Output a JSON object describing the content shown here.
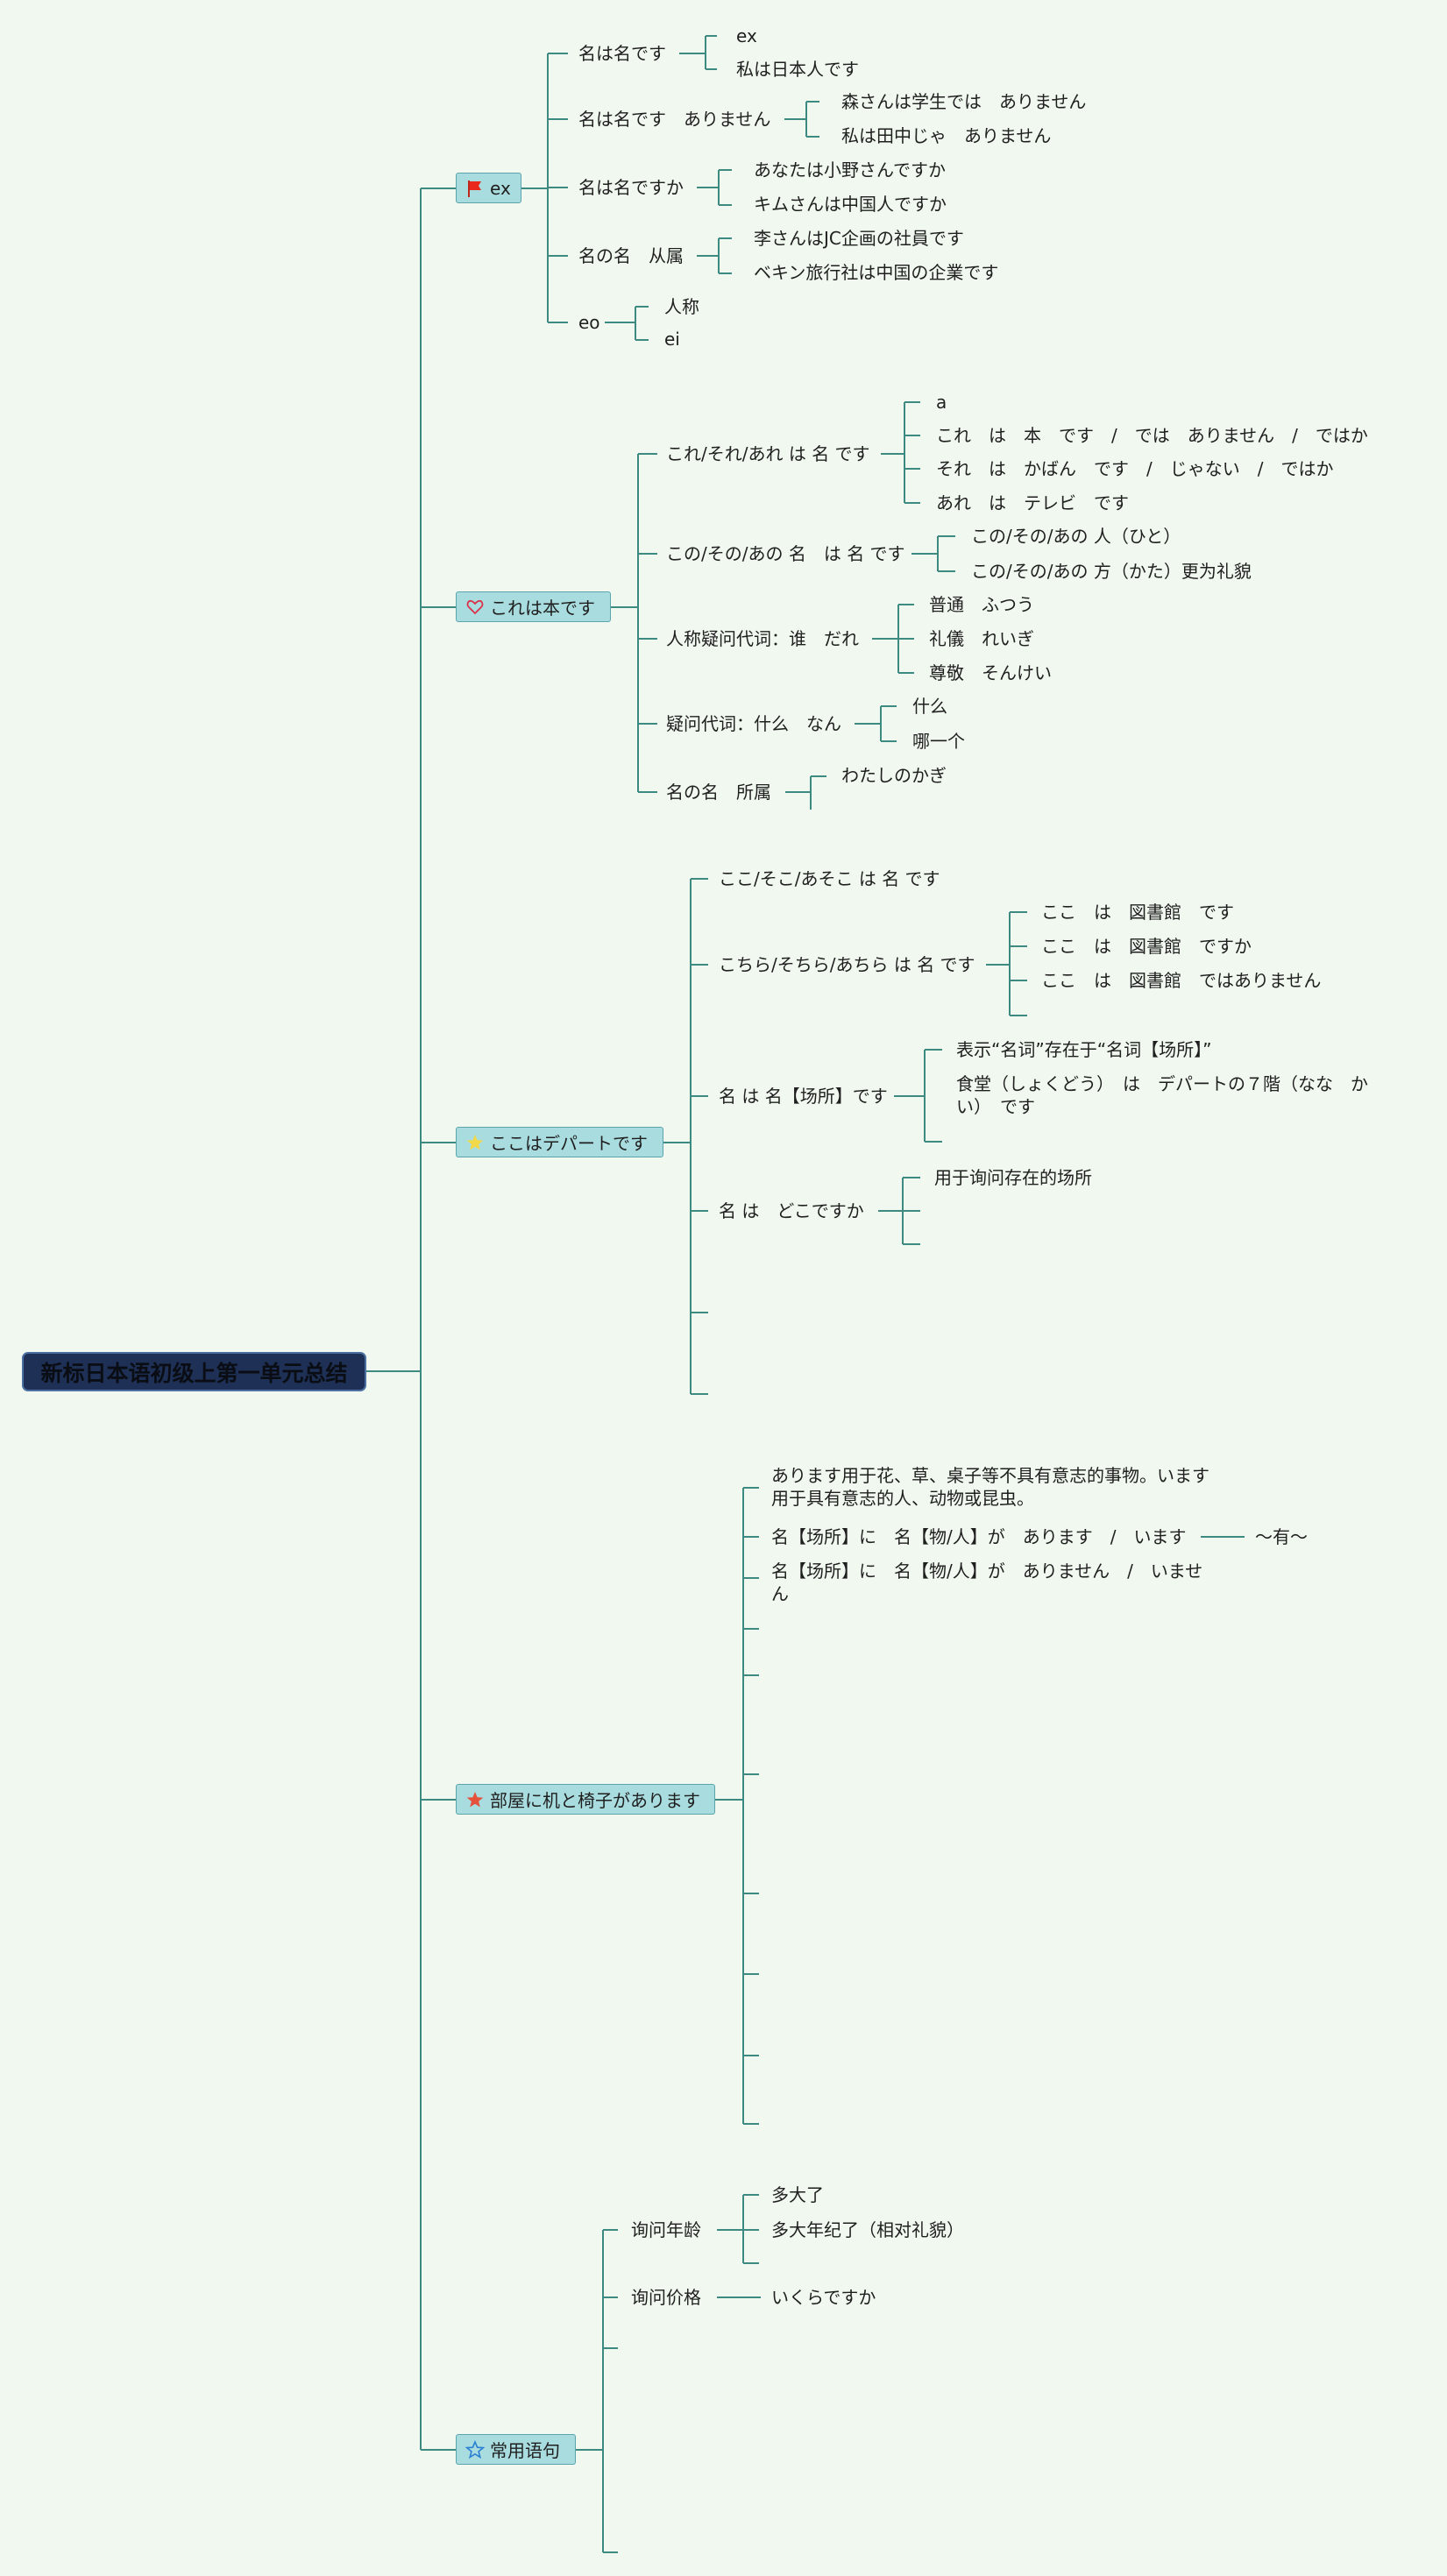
{
  "root": {
    "label": "新标日本语初级上第一单元总结"
  },
  "topics": [
    {
      "label": "ex",
      "icon": "red-flag-icon",
      "items": [
        {
          "label": "名は名です",
          "children": [
            "ex",
            "私は日本人です"
          ]
        },
        {
          "label": "名は名です　ありません",
          "children": [
            "森さんは学生では　ありません",
            "私は田中じゃ　ありません"
          ]
        },
        {
          "label": "名は名ですか",
          "children": [
            "あなたは小野さんですか",
            "キムさんは中国人ですか"
          ]
        },
        {
          "label": "名の名　从属",
          "children": [
            "李さんはJC企画の社員です",
            "ベキン旅行社は中国の企業です"
          ]
        },
        {
          "label": "eo",
          "children": [
            "人称",
            "ei"
          ]
        }
      ]
    },
    {
      "label": "これは本です",
      "icon": "heart-icon",
      "items": [
        {
          "label": "これ/それ/あれ は 名 です",
          "children": [
            "a",
            "これ　は　本　です　/　では　ありません　/　ではか",
            "それ　は　かばん　です　/　じゃない　/　ではか",
            "あれ　は　テレビ　です"
          ]
        },
        {
          "label": "この/その/あの 名　は 名 です",
          "children": [
            "この/その/あの 人（ひと）",
            "この/その/あの 方（かた）更为礼貌"
          ]
        },
        {
          "label": "人称疑问代词：谁　だれ",
          "children": [
            "普通　ふつう",
            "礼儀　れいぎ",
            "尊敬　そんけい"
          ]
        },
        {
          "label": "疑问代词：什么　なん",
          "children": [
            "什么",
            "哪一个"
          ]
        },
        {
          "label": "名の名　所属",
          "children": [
            "わたしのかぎ"
          ]
        }
      ]
    },
    {
      "label": "ここはデパートです",
      "icon": "yellow-star-icon",
      "items": [
        {
          "label": "ここ/そこ/あそこ は 名 です",
          "children": []
        },
        {
          "label": "こちら/そちら/あちら は 名 です",
          "children": [
            "ここ　は　図書館　です",
            "ここ　は　図書館　ですか",
            "ここ　は　図書館　ではありません"
          ]
        },
        {
          "label": "名 は 名【场所】です",
          "children": [
            "表示“名词”存在于“名词【场所】”",
            "食堂（しょくどう）　は　デパートの７階（なな　かい）　です"
          ]
        },
        {
          "label": "名 は　どこですか",
          "children": [
            "用于询问存在的场所"
          ]
        }
      ]
    },
    {
      "label": "部屋に机と椅子があります",
      "icon": "red-star-icon",
      "items": [
        {
          "label": "あります用于花、草、桌子等不具有意志的事物。います用于具有意志的人、动物或昆虫。",
          "children": []
        },
        {
          "label": "名【场所】に　名【物/人】が　あります　/　います",
          "children": [
            "〜有〜"
          ]
        },
        {
          "label": "名【场所】に　名【物/人】が　ありません　/　いません",
          "children": []
        }
      ]
    },
    {
      "label": "常用语句",
      "icon": "blue-star-outline-icon",
      "items": [
        {
          "label": "询问年龄",
          "children": [
            "多大了",
            "多大年纪了（相对礼貌）"
          ]
        },
        {
          "label": "询问价格",
          "children": [
            "いくらですか"
          ]
        }
      ]
    }
  ],
  "colors": {
    "line": "#3d8a80",
    "topic_bg": "#a9dcdf",
    "root_bg": "#1e3055",
    "background": "#f0f8ef"
  }
}
